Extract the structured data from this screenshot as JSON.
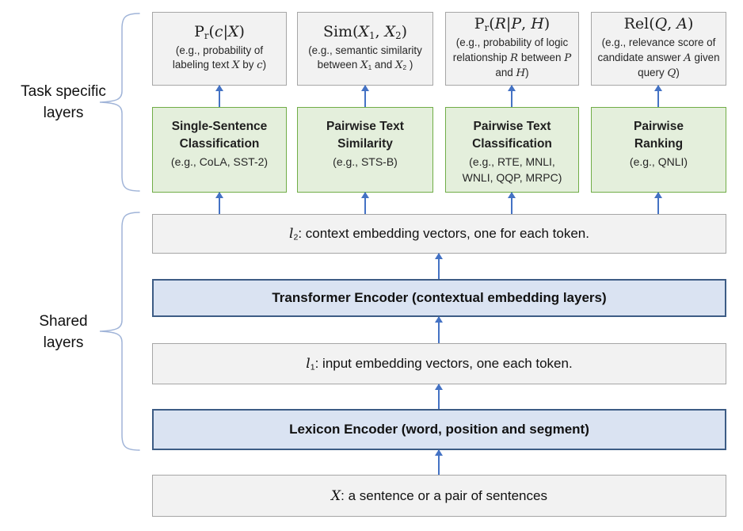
{
  "side_labels": {
    "task_specific": "Task specific\nlayers",
    "shared": "Shared\nlayers"
  },
  "output_boxes": [
    {
      "formula": [
        [
          "P"
        ],
        [
          "r",
          "sub"
        ],
        [
          "("
        ],
        [
          "c",
          "i"
        ],
        [
          "|"
        ],
        [
          "X",
          "i"
        ],
        [
          ")"
        ]
      ],
      "desc": [
        [
          "(e.g., probability of labeling text "
        ],
        [
          "X",
          "i"
        ],
        [
          " by "
        ],
        [
          "c",
          "i"
        ],
        [
          ")"
        ]
      ]
    },
    {
      "formula": [
        [
          "Sim("
        ],
        [
          "X",
          "i"
        ],
        [
          "1",
          "sub"
        ],
        [
          ", "
        ],
        [
          "X",
          "i"
        ],
        [
          "2",
          "sub"
        ],
        [
          ")"
        ]
      ],
      "desc": [
        [
          "(e.g., semantic similarity between "
        ],
        [
          "X",
          "i"
        ],
        [
          "1",
          "sub"
        ],
        [
          " and "
        ],
        [
          "X",
          "i"
        ],
        [
          "2",
          "sub"
        ],
        [
          " )"
        ]
      ]
    },
    {
      "formula": [
        [
          "P"
        ],
        [
          "r",
          "sub"
        ],
        [
          "("
        ],
        [
          "R",
          "i"
        ],
        [
          "|"
        ],
        [
          "P",
          "i"
        ],
        [
          ", "
        ],
        [
          "H",
          "i"
        ],
        [
          ")"
        ]
      ],
      "desc": [
        [
          "(e.g., probability of logic relationship "
        ],
        [
          "R",
          "i"
        ],
        [
          " between "
        ],
        [
          "P",
          "i"
        ],
        [
          " and "
        ],
        [
          "H",
          "i"
        ],
        [
          ")"
        ]
      ]
    },
    {
      "formula": [
        [
          "Rel("
        ],
        [
          "Q",
          "i"
        ],
        [
          ", "
        ],
        [
          "A",
          "i"
        ],
        [
          ")"
        ]
      ],
      "desc": [
        [
          "(e.g., relevance score of candidate answer "
        ],
        [
          "A",
          "i"
        ],
        [
          " given query "
        ],
        [
          "Q",
          "i"
        ],
        [
          ")"
        ]
      ]
    }
  ],
  "task_boxes": [
    {
      "title": "Single-Sentence\nClassification",
      "examples": "(e.g., CoLA, SST-2)"
    },
    {
      "title": "Pairwise Text\nSimilarity",
      "examples": "(e.g., STS-B)"
    },
    {
      "title": "Pairwise Text\nClassification",
      "examples": "(e.g., RTE, MNLI,\nWNLI, QQP, MRPC)"
    },
    {
      "title": "Pairwise\nRanking",
      "examples": "(e.g., QNLI)"
    }
  ],
  "shared_layers": {
    "l2": [
      [
        "l",
        "i"
      ],
      [
        "2",
        "sub"
      ],
      [
        ": context embedding vectors, one for each token."
      ]
    ],
    "transformer": "Transformer Encoder (contextual embedding layers)",
    "l1": [
      [
        "l",
        "i"
      ],
      [
        "1",
        "sub"
      ],
      [
        ": input embedding vectors, one each token."
      ]
    ],
    "lexicon": "Lexicon Encoder (word, position and segment)",
    "input": [
      [
        "X",
        "i"
      ],
      [
        ": a sentence or a pair of sentences"
      ]
    ]
  },
  "colors": {
    "arrow": "#4472c4",
    "gray_fill": "#f2f2f2",
    "gray_border": "#a6a6a6",
    "green_fill": "#e4efdc",
    "green_border": "#70ad47",
    "blue_fill": "#dae3f2",
    "blue_border": "#3d5c85",
    "brace": "#a0b4d8"
  }
}
